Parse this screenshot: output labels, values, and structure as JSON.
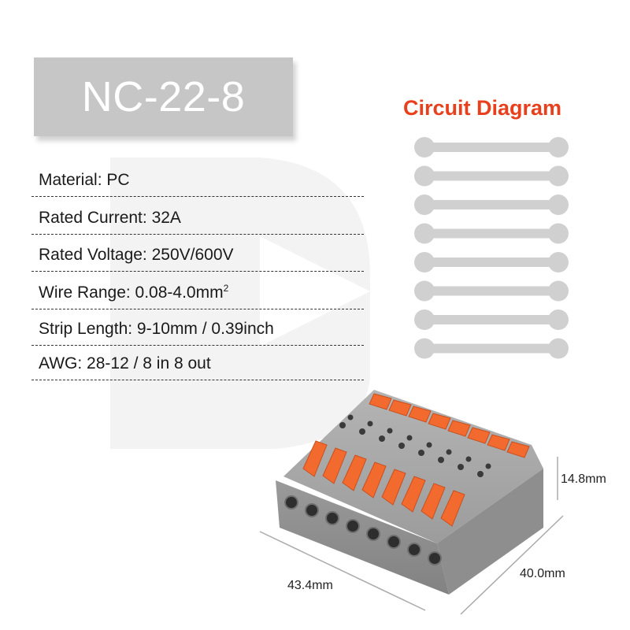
{
  "model": "NC-22-8",
  "circuit_title": "Circuit Diagram",
  "specs": {
    "material": "Material: PC",
    "current": "Rated Current: 32A",
    "voltage": "Rated Voltage: 250V/600V",
    "wire_range_prefix": "Wire Range: 0.08-4.0mm",
    "wire_range_sup": "2",
    "strip_length": "Strip Length: 9-10mm / 0.39inch",
    "awg": "AWG: 28-12 / 8 in 8 out"
  },
  "circuit_lines": 8,
  "dimensions": {
    "height": "14.8mm",
    "length": "43.4mm",
    "depth": "40.0mm"
  },
  "colors": {
    "accent": "#e8401c",
    "housing": "#9a9a9a",
    "lever": "#f36a2e",
    "diagram": "#d0d0d0"
  }
}
